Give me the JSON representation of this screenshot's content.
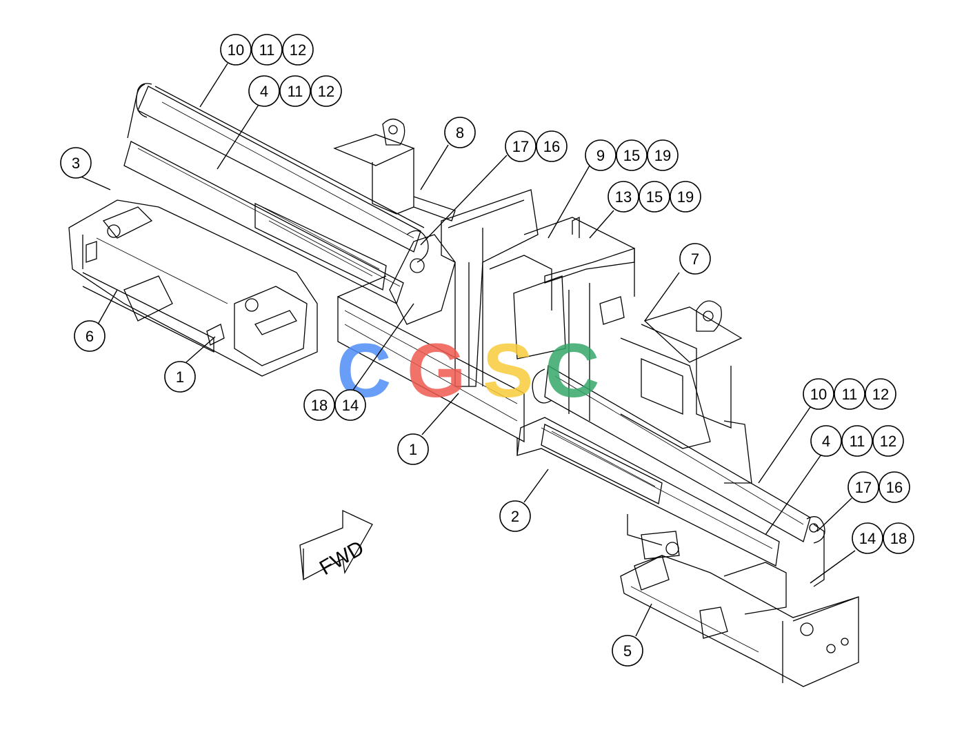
{
  "callouts": [
    {
      "id": "c1",
      "labels": [
        "10",
        "11",
        "12"
      ]
    },
    {
      "id": "c2",
      "labels": [
        "4",
        "11",
        "12"
      ]
    },
    {
      "id": "c3",
      "labels": [
        "3"
      ]
    },
    {
      "id": "c4",
      "labels": [
        "8"
      ]
    },
    {
      "id": "c5",
      "labels": [
        "17",
        "16"
      ]
    },
    {
      "id": "c6",
      "labels": [
        "9",
        "15",
        "19"
      ]
    },
    {
      "id": "c7",
      "labels": [
        "13",
        "15",
        "19"
      ]
    },
    {
      "id": "c8",
      "labels": [
        "7"
      ]
    },
    {
      "id": "c9",
      "labels": [
        "6"
      ]
    },
    {
      "id": "c10",
      "labels": [
        "1"
      ]
    },
    {
      "id": "c11",
      "labels": [
        "18",
        "14"
      ]
    },
    {
      "id": "c12",
      "labels": [
        "1"
      ]
    },
    {
      "id": "c13",
      "labels": [
        "10",
        "11",
        "12"
      ]
    },
    {
      "id": "c14",
      "labels": [
        "4",
        "11",
        "12"
      ]
    },
    {
      "id": "c15",
      "labels": [
        "17",
        "16"
      ]
    },
    {
      "id": "c16",
      "labels": [
        "14",
        "18"
      ]
    },
    {
      "id": "c17",
      "labels": [
        "2"
      ]
    },
    {
      "id": "c18",
      "labels": [
        "5"
      ]
    }
  ],
  "direction_arrow": {
    "label": "FWD"
  },
  "watermark": {
    "letters": [
      "C",
      "G",
      "S",
      "C"
    ],
    "colors": [
      "#4f8ef7",
      "#ee5a4f",
      "#f8cc3a",
      "#37a86a"
    ]
  }
}
